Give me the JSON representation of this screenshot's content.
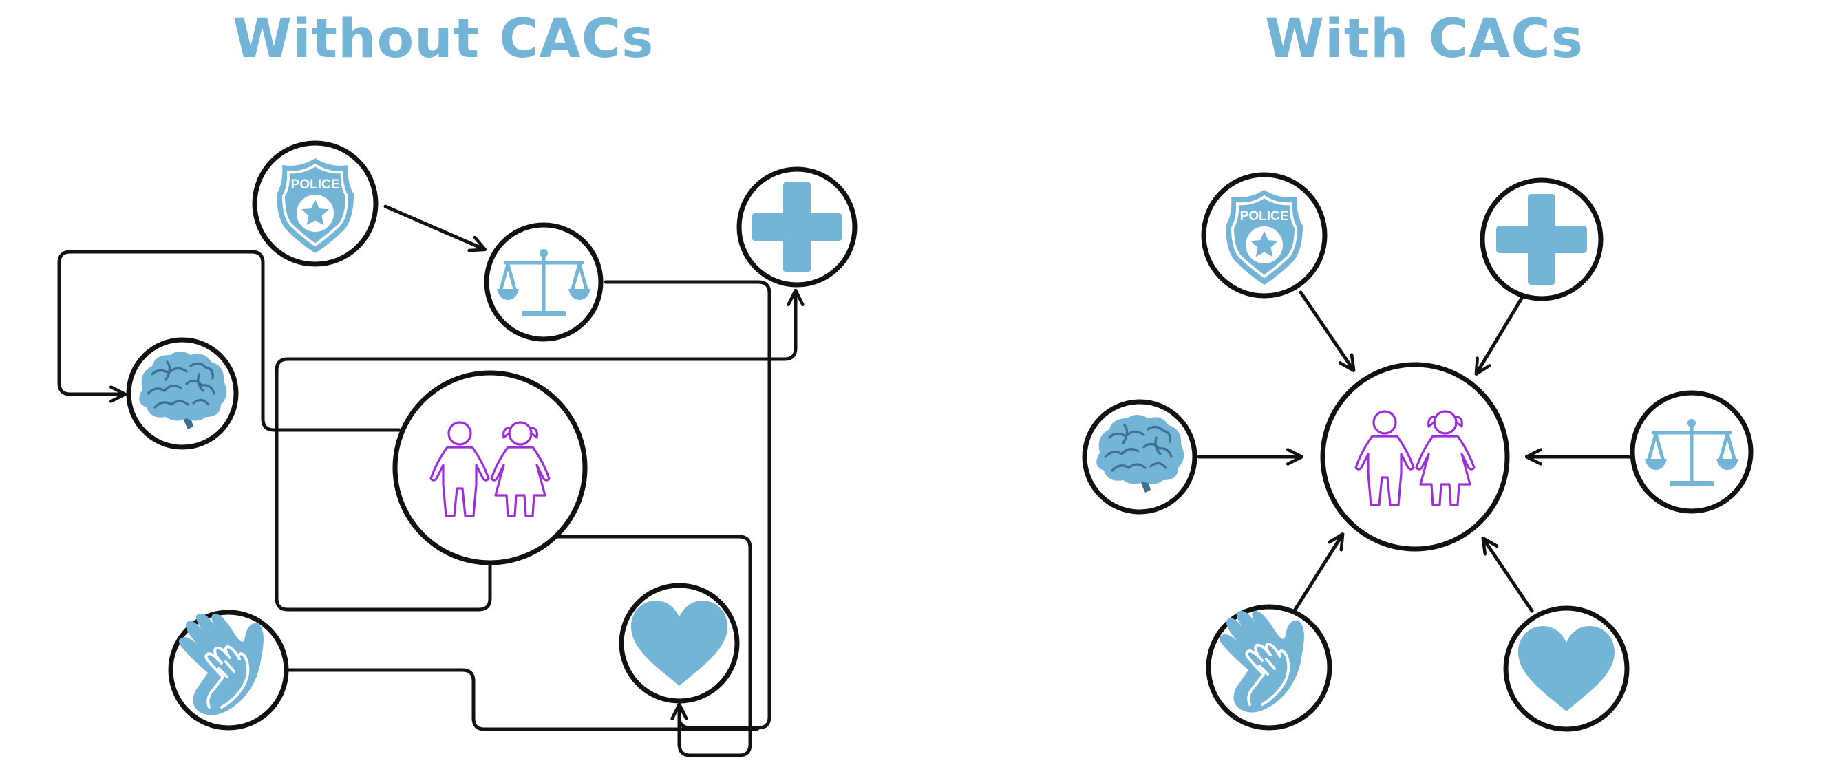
{
  "titles": {
    "left": "Without CACs",
    "right": "With CACs"
  },
  "colors": {
    "title": "#74b4d6",
    "icon": "#74b4d6",
    "icon_dark": "#3d6f8f",
    "children": "#9b2fd8",
    "line": "#111111"
  },
  "icons": {
    "badge_text": "POLICE"
  }
}
